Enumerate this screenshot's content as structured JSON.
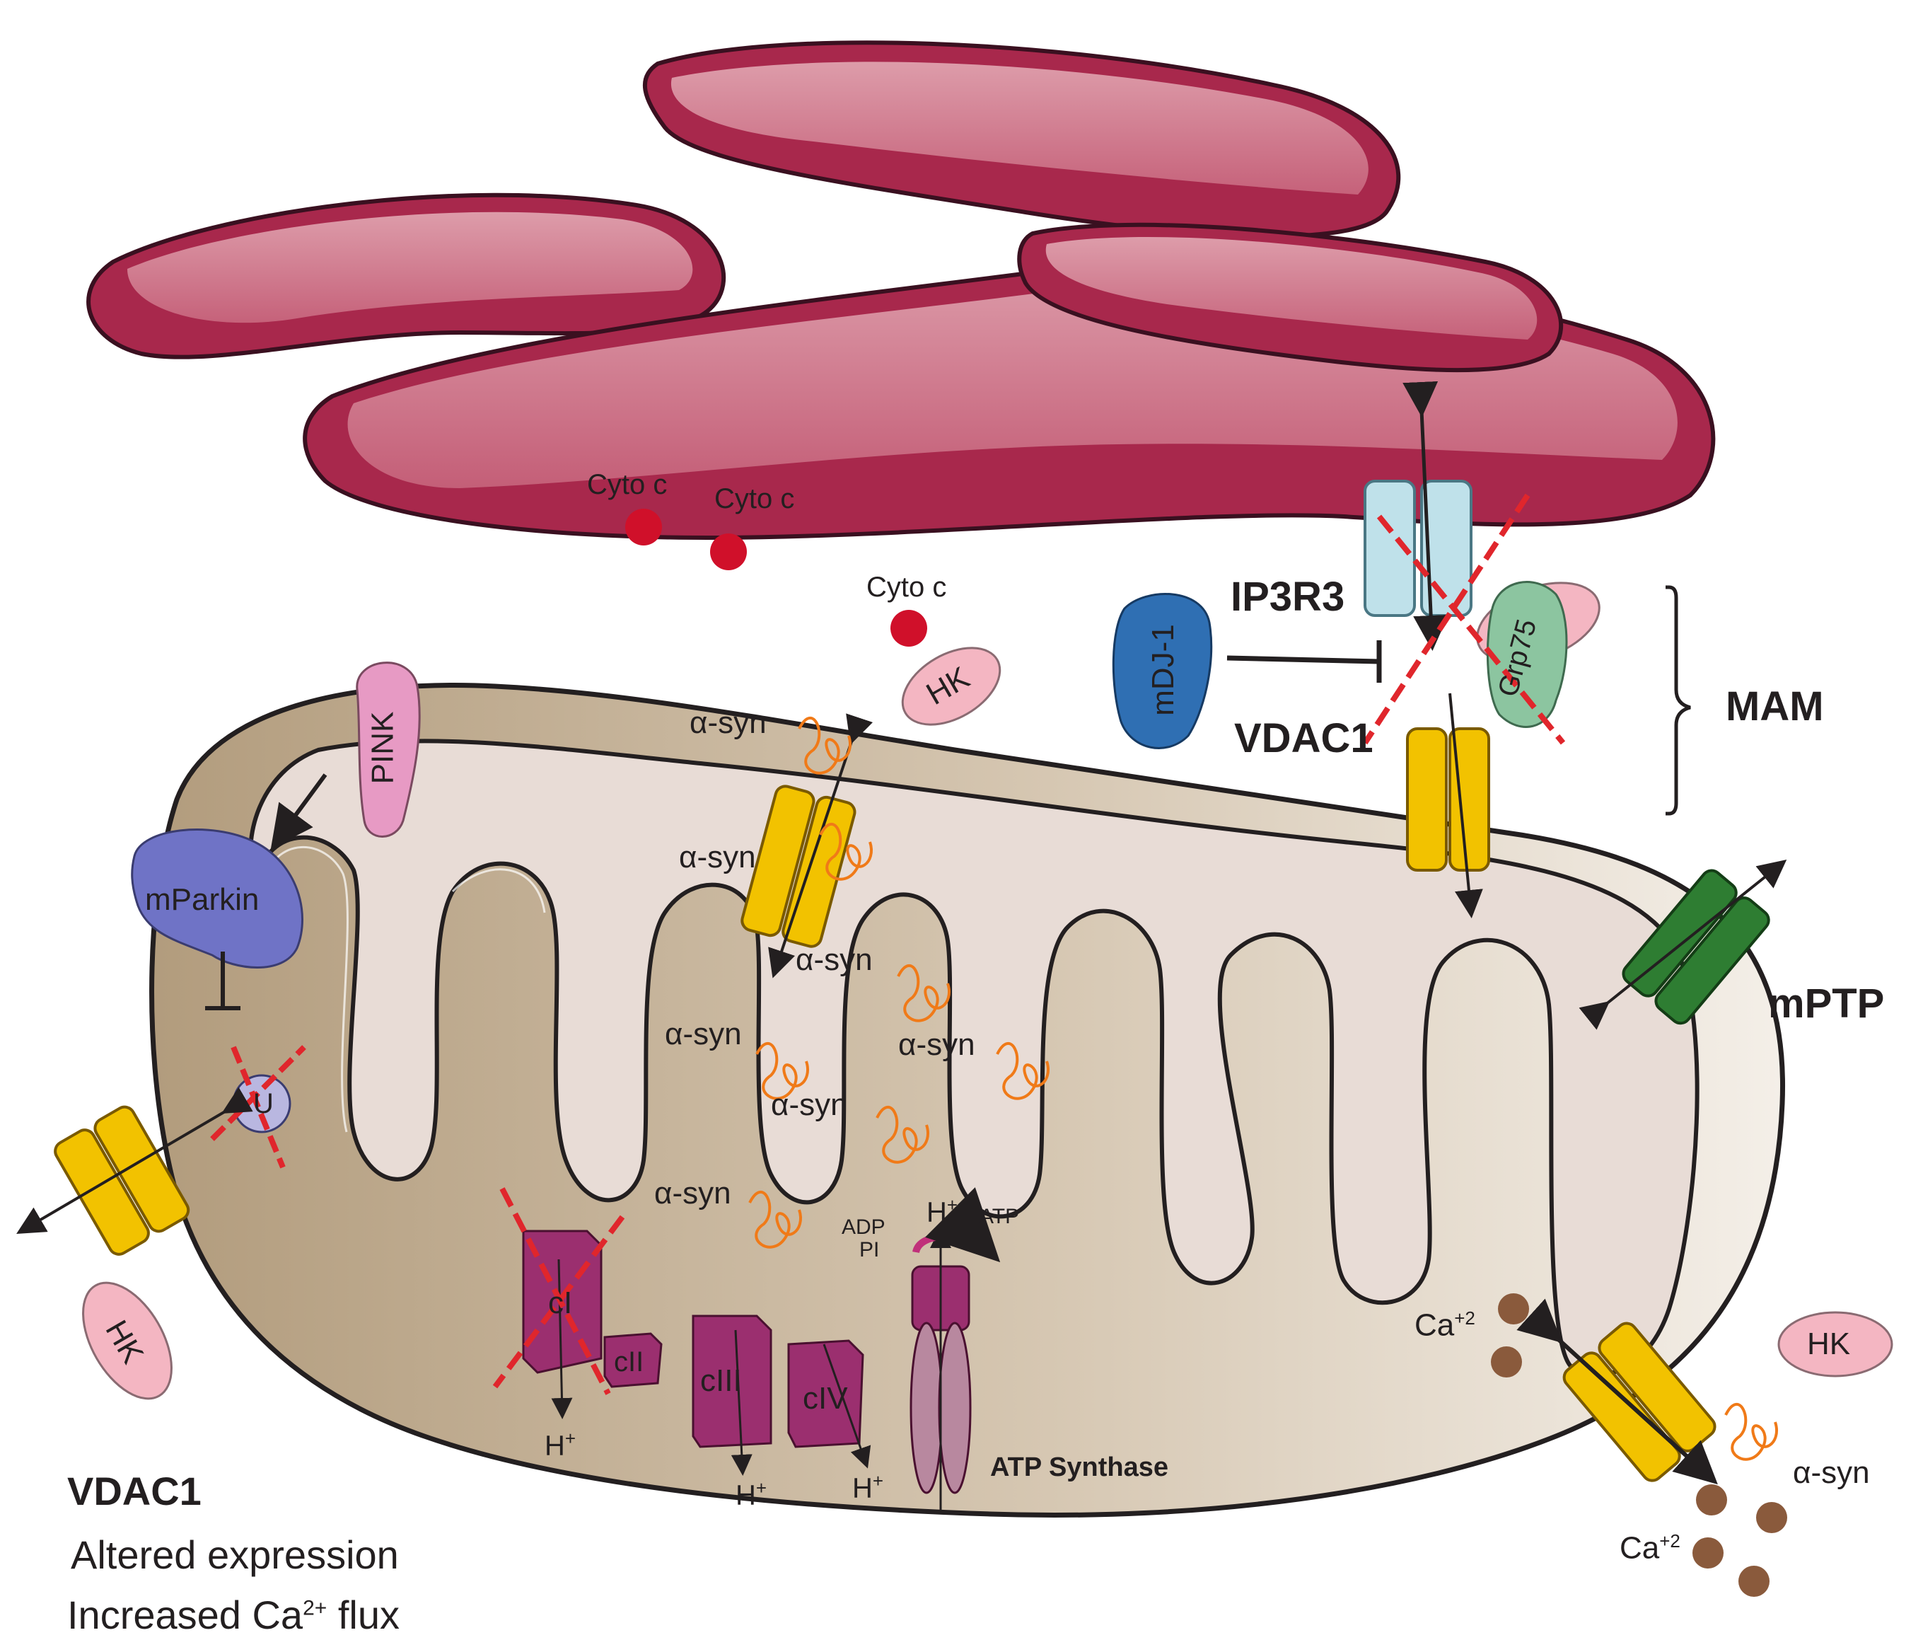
{
  "labels": {
    "cyto_c": "Cyto c",
    "hk": "HK",
    "pink": "PINK",
    "mparkin": "mParkin",
    "mdj1": "mDJ-1",
    "ip3r3": "IP3R3",
    "vdac1": "VDAC1",
    "grp75": "Grp75",
    "mam": "MAM",
    "mptp": "mPTP",
    "asyn": "α-syn",
    "ci": "cI",
    "cii": "cII",
    "ciii": "cIII",
    "civ": "cIV",
    "h_plus": "H",
    "plus": "+",
    "adp": "ADP",
    "pi": "PI",
    "atp": "ATP",
    "atp_synthase": "ATP Synthase",
    "ca": "Ca",
    "ca_charge": "+2",
    "ub": "U"
  },
  "caption": {
    "title": "VDAC1",
    "line1": "Altered expression",
    "line2_pre": "Increased Ca",
    "line2_sup": "2+",
    "line2_post": " flux"
  },
  "colors": {
    "er": "#a8284c",
    "er_light": "#d98d9d",
    "mito_outer": "#bba78c",
    "mito_inner": "#e8dcd6",
    "vdac": "#f2c200",
    "mptp": "#2e7d32",
    "complex": "#9b2f6f",
    "hk": "#f4b6c2",
    "pink": "#e79ac4",
    "parkin": "#6f73c6",
    "dj1": "#2f6fb3",
    "grp75": "#8cc5a0",
    "ip3r3": "#bfe1ea",
    "asyn": "#f07a18",
    "cyto_c": "#d0102a",
    "ca": "#8a5a3c",
    "cross": "#e0262c"
  }
}
